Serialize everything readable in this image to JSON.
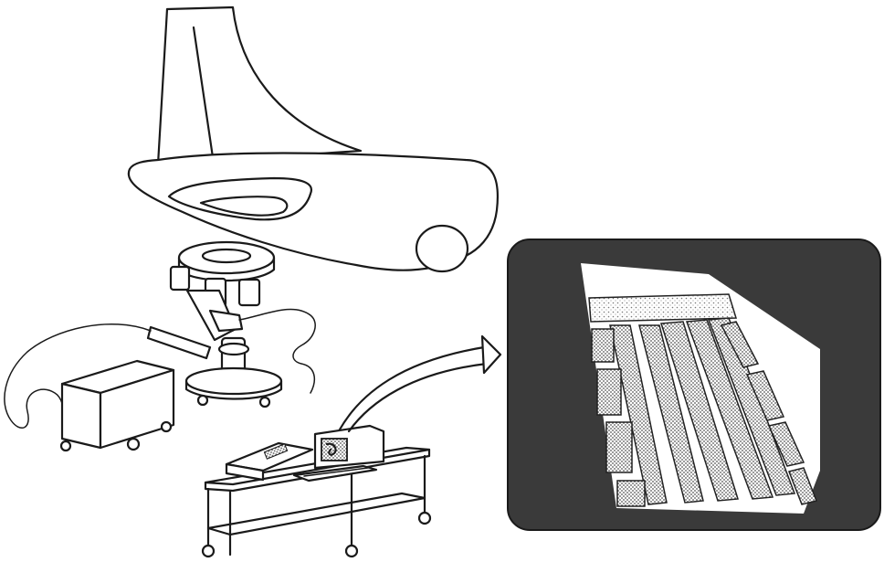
{
  "figure": {
    "kind": "line-drawing",
    "background": "#ffffff",
    "ink_color": "#1a1a1a",
    "monitor_frame_color": "#3a3a3a",
    "components": [
      "aircraft-tail",
      "scanner-probe-stand",
      "power-supply-unit",
      "computer-cart",
      "arrow",
      "scan-result-display"
    ]
  }
}
